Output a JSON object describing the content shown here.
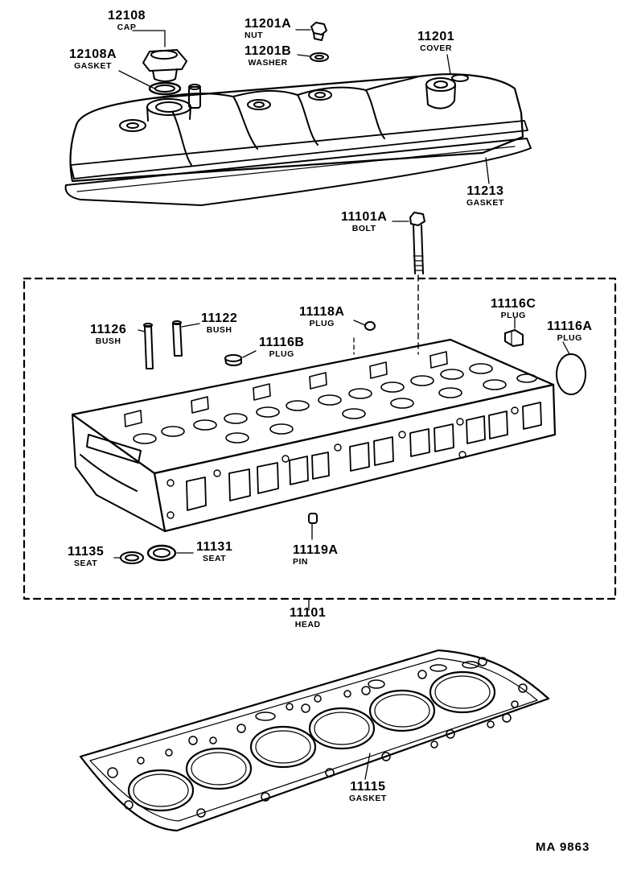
{
  "parts": {
    "cap": {
      "number": "12108",
      "name": "CAP"
    },
    "cap_gasket": {
      "number": "12108A",
      "name": "GASKET"
    },
    "nut": {
      "number": "11201A",
      "name": "NUT"
    },
    "washer": {
      "number": "11201B",
      "name": "WASHER"
    },
    "cover": {
      "number": "11201",
      "name": "COVER"
    },
    "cover_gasket": {
      "number": "11213",
      "name": "GASKET"
    },
    "bolt": {
      "number": "11101A",
      "name": "BOLT"
    },
    "bush_11126": {
      "number": "11126",
      "name": "BUSH"
    },
    "bush_11122": {
      "number": "11122",
      "name": "BUSH"
    },
    "plug_11118a": {
      "number": "11118A",
      "name": "PLUG"
    },
    "plug_11116b": {
      "number": "11116B",
      "name": "PLUG"
    },
    "plug_11116c": {
      "number": "11116C",
      "name": "PLUG"
    },
    "plug_11116a": {
      "number": "11116A",
      "name": "PLUG"
    },
    "seat_11135": {
      "number": "11135",
      "name": "SEAT"
    },
    "seat_11131": {
      "number": "11131",
      "name": "SEAT"
    },
    "pin": {
      "number": "11119A",
      "name": "PIN"
    },
    "head": {
      "number": "11101",
      "name": "HEAD"
    },
    "head_gasket": {
      "number": "11115",
      "name": "GASKET"
    }
  },
  "drawing_code": "MA  9863"
}
